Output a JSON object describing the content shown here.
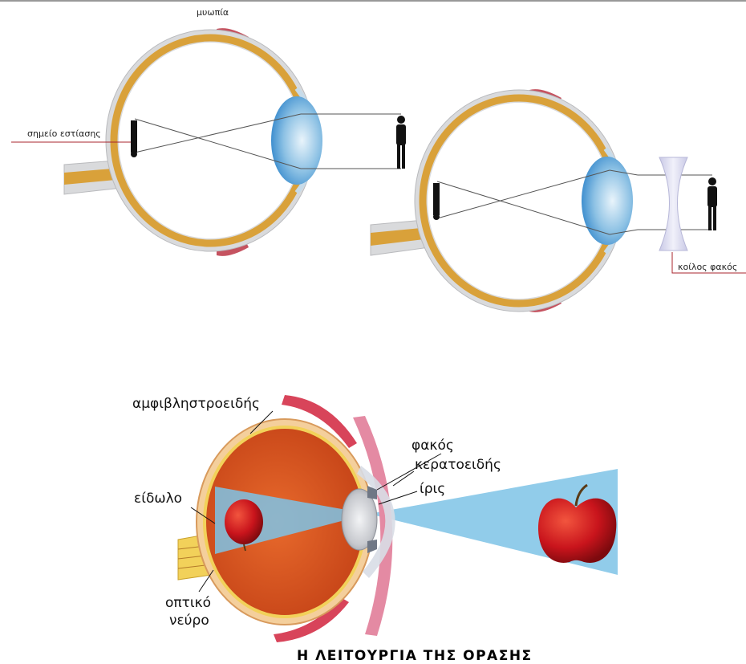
{
  "top_diagram": {
    "label_myopia": "μυωπία",
    "label_focus_point": "σημείο εστίασης",
    "label_concave_lens": "κοίλος φακός",
    "colors": {
      "sclera": "#d9dadc",
      "choroid": "#d9a13a",
      "lens": "#7fb8df",
      "label_line": "#a8242c"
    }
  },
  "bottom_diagram": {
    "label_retina": "αμφιβληστροειδής",
    "label_lens": "φακός",
    "label_cornea": "κερατοειδής",
    "label_iris": "ίρις",
    "label_image": "είδωλο",
    "label_nerve_1": "οπτικό",
    "label_nerve_2": "νεύρο",
    "title": "Η ΛΕΙΤΟΥΡΓΙΑ ΤΗΣ ΟΡΑΣΗΣ",
    "colors": {
      "vitreous": "#d9541f",
      "light_cone": "#7ec3e6",
      "apple": "#c9141c"
    }
  }
}
